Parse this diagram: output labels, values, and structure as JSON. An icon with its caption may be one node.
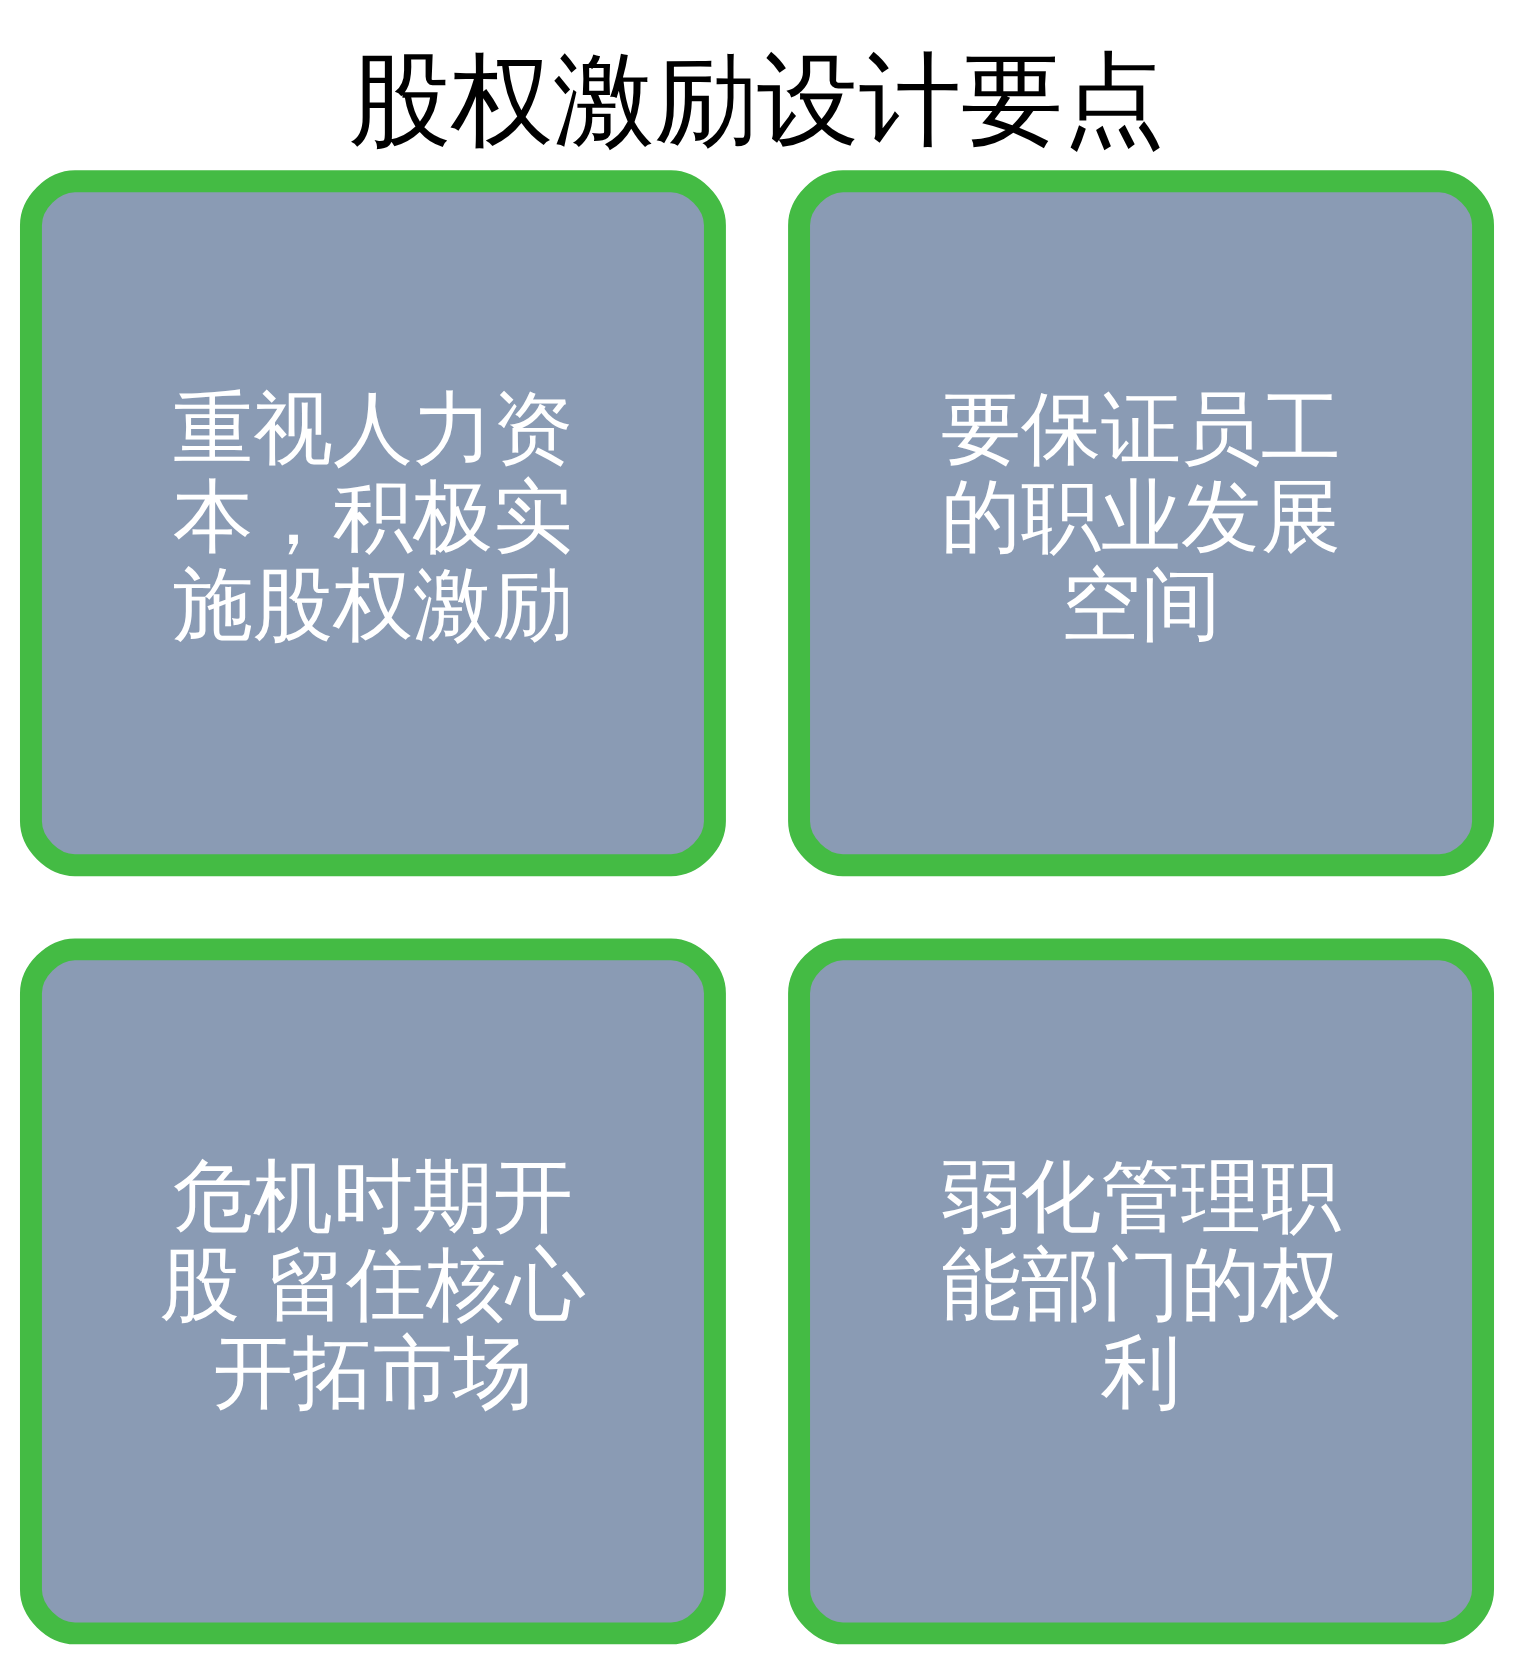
{
  "diagram": {
    "title": "股权激励设计要点",
    "nodes": [
      {
        "text": [
          "重视人力资本，积极实施股权激励"
        ]
      },
      {
        "text": [
          "要保证员工的职业发展空间"
        ]
      },
      {
        "text": [
          "危机时期开股 留住核心开拓市场"
        ]
      },
      {
        "text": [
          "弱化管理职能部门的权利"
        ]
      }
    ]
  }
}
